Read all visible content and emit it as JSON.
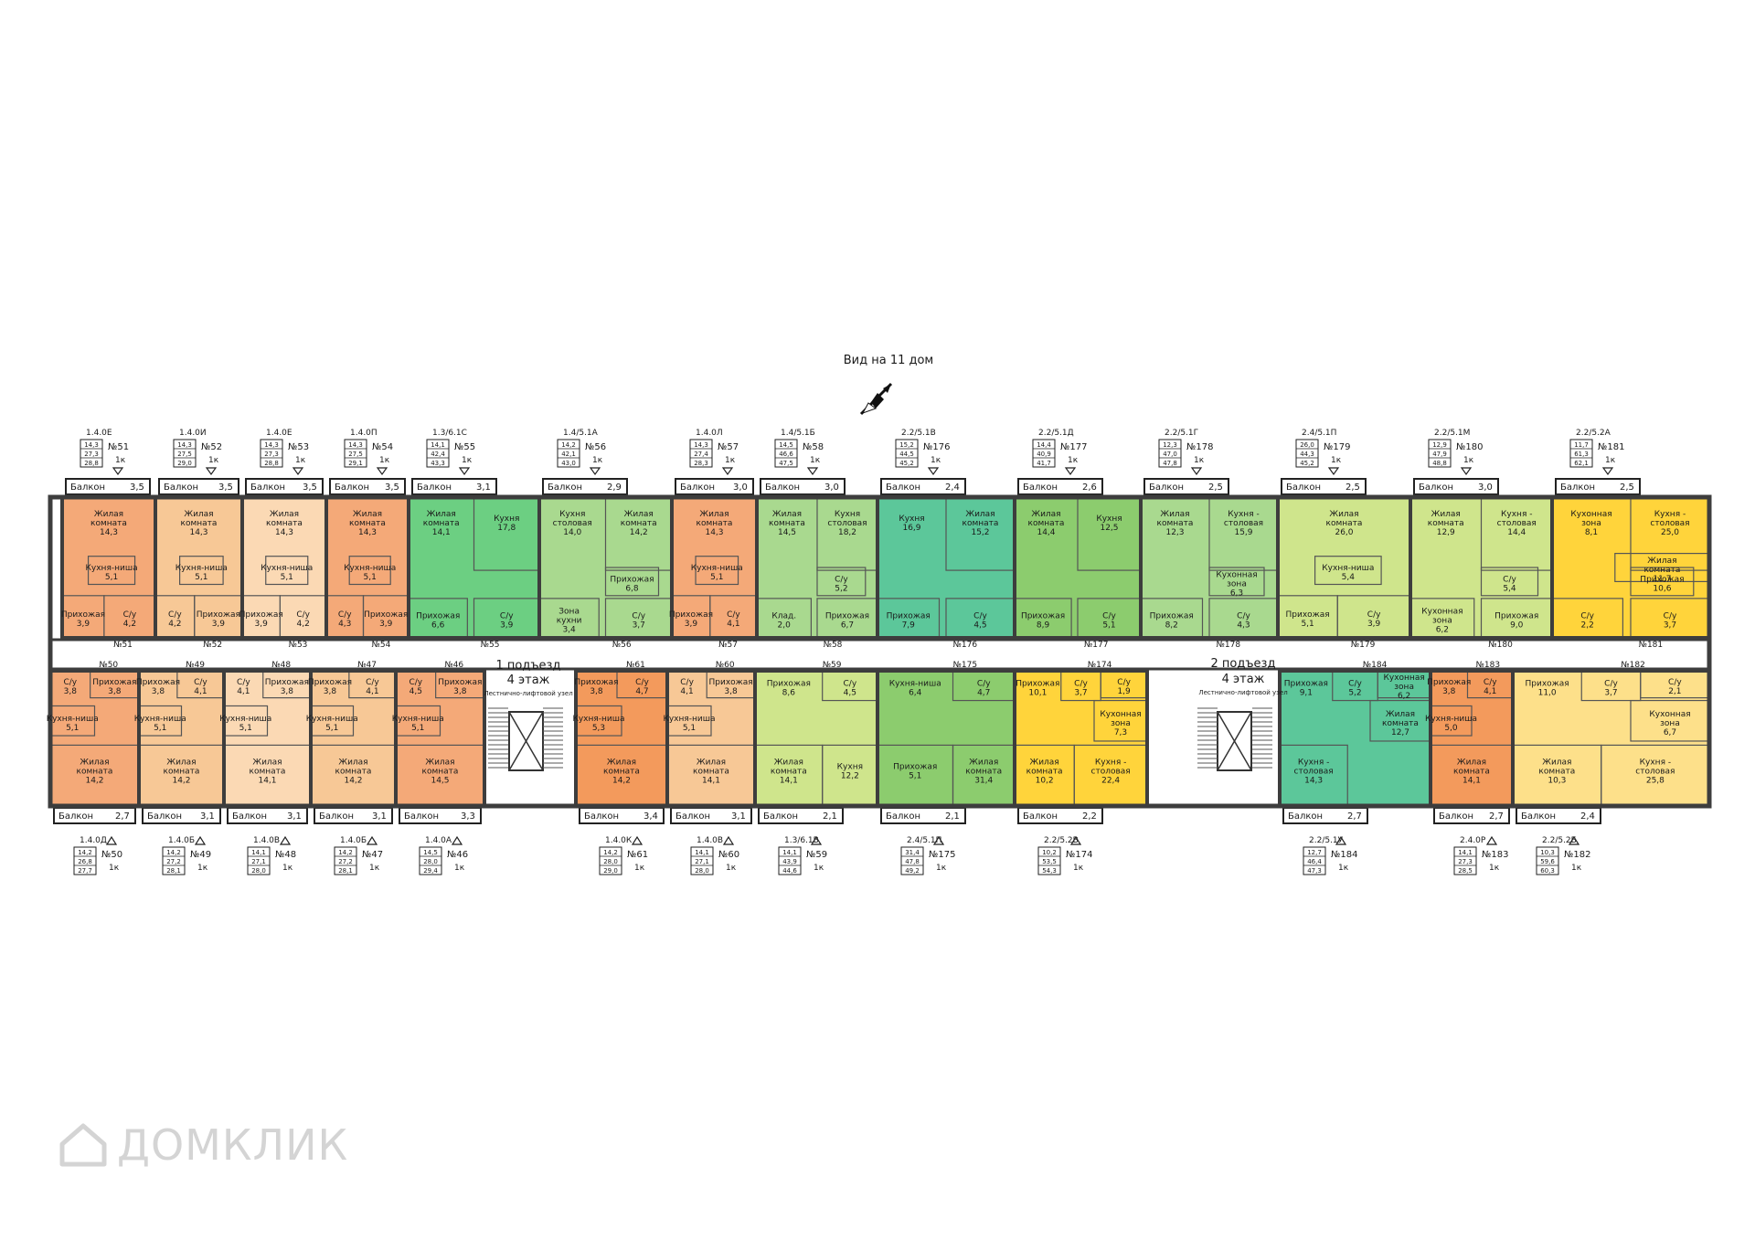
{
  "view_label": "Вид на 11 дом",
  "entrance_1": {
    "title": "1 подъезд",
    "floor": "4 этаж",
    "stair_label": "Лестнично-лифтовой узел"
  },
  "entrance_2": {
    "title": "2 подъезд",
    "floor": "4 этаж",
    "stair_label": "Лестнично-лифтовой узел"
  },
  "balcony_word": "Балкон",
  "watermark": "ДОМКЛИК",
  "colors": {
    "apricot": "#f4a978",
    "peach": "#f7c896",
    "light_peach": "#fbd9b4",
    "orange": "#f39a5c",
    "green": "#6ccf82",
    "light_green": "#a9d98f",
    "mid_green": "#8ccc6e",
    "lime": "#cfe58c",
    "sea_green": "#5cc79a",
    "yellow": "#ffd43b",
    "light_yellow": "#fde08a",
    "wall": "#3d3d3d"
  },
  "apartments_top": [
    {
      "num": "№51",
      "code": "1.4.0Е",
      "type": "1к",
      "areas": [
        "14,3",
        "27,3",
        "28,8"
      ],
      "balcony": "3,5",
      "color": "apricot",
      "rooms": [
        {
          "name": "Жилая комната",
          "val": "14,3"
        },
        {
          "name": "Кухня-ниша",
          "val": "5,1"
        },
        {
          "name": "Прихожая",
          "val": "3,9"
        },
        {
          "name": "С/у",
          "val": "4,2"
        }
      ]
    },
    {
      "num": "№52",
      "code": "1.4.0И",
      "type": "1к",
      "areas": [
        "14,3",
        "27,5",
        "29,0"
      ],
      "balcony": "3,5",
      "color": "peach",
      "rooms": [
        {
          "name": "Жилая комната",
          "val": "14,3"
        },
        {
          "name": "Кухня-ниша",
          "val": "5,1"
        },
        {
          "name": "С/у",
          "val": "4,2"
        },
        {
          "name": "Прихожая",
          "val": "3,9"
        }
      ]
    },
    {
      "num": "№53",
      "code": "1.4.0Е",
      "type": "1к",
      "areas": [
        "14,3",
        "27,3",
        "28,8"
      ],
      "balcony": "3,5",
      "color": "light_peach",
      "rooms": [
        {
          "name": "Жилая комната",
          "val": "14,3"
        },
        {
          "name": "Кухня-ниша",
          "val": "5,1"
        },
        {
          "name": "Прихожая",
          "val": "3,9"
        },
        {
          "name": "С/у",
          "val": "4,2"
        }
      ]
    },
    {
      "num": "№54",
      "code": "1.4.0П",
      "type": "1к",
      "areas": [
        "14,3",
        "27,5",
        "29,1"
      ],
      "balcony": "3,5",
      "color": "apricot",
      "rooms": [
        {
          "name": "Жилая комната",
          "val": "14,3"
        },
        {
          "name": "Кухня-ниша",
          "val": "5,1"
        },
        {
          "name": "С/у",
          "val": "4,3"
        },
        {
          "name": "Прихожая",
          "val": "3,9"
        }
      ]
    },
    {
      "num": "№55",
      "code": "1.3/6.1С",
      "type": "1к",
      "areas": [
        "14,1",
        "42,4",
        "43,3"
      ],
      "balcony": "3,1",
      "color": "green",
      "rooms": [
        {
          "name": "Жилая комната",
          "val": "14,1"
        },
        {
          "name": "Кухня",
          "val": "17,8"
        },
        {
          "name": "Прихожая",
          "val": "6,6"
        },
        {
          "name": "С/у",
          "val": "3,9"
        }
      ]
    },
    {
      "num": "№56",
      "code": "1.4/5.1А",
      "type": "1к",
      "areas": [
        "14,2",
        "42,1",
        "43,0"
      ],
      "balcony": "2,9",
      "color": "light_green",
      "rooms": [
        {
          "name": "Кухня столовая",
          "val": "14,0"
        },
        {
          "name": "Жилая комната",
          "val": "14,2"
        },
        {
          "name": "Зона кухни",
          "val": "3,4"
        },
        {
          "name": "С/у",
          "val": "3,7"
        },
        {
          "name": "Прихожая",
          "val": "6,8"
        }
      ]
    },
    {
      "num": "№57",
      "code": "1.4.0Л",
      "type": "1к",
      "areas": [
        "14,3",
        "27,4",
        "28,3"
      ],
      "balcony": "3,0",
      "color": "apricot",
      "rooms": [
        {
          "name": "Жилая комната",
          "val": "14,3"
        },
        {
          "name": "Кухня-ниша",
          "val": "5,1"
        },
        {
          "name": "Прихожая",
          "val": "3,9"
        },
        {
          "name": "С/у",
          "val": "4,1"
        }
      ]
    },
    {
      "num": "№58",
      "code": "1.4/5.1Б",
      "type": "1к",
      "areas": [
        "14,5",
        "46,6",
        "47,5"
      ],
      "balcony": "3,0",
      "color": "light_green",
      "rooms": [
        {
          "name": "Жилая комната",
          "val": "14,5"
        },
        {
          "name": "Кухня столовая",
          "val": "18,2"
        },
        {
          "name": "Клад.",
          "val": "2,0"
        },
        {
          "name": "Прихожая",
          "val": "6,7"
        },
        {
          "name": "С/у",
          "val": "5,2"
        }
      ]
    },
    {
      "num": "№176",
      "code": "2.2/5.1В",
      "type": "1к",
      "areas": [
        "15,2",
        "44,5",
        "45,2"
      ],
      "balcony": "2,4",
      "color": "sea_green",
      "rooms": [
        {
          "name": "Кухня",
          "val": "16,9"
        },
        {
          "name": "Жилая комната",
          "val": "15,2"
        },
        {
          "name": "Прихожая",
          "val": "7,9"
        },
        {
          "name": "С/у",
          "val": "4,5"
        }
      ]
    },
    {
      "num": "№177",
      "code": "2.2/5.1Д",
      "type": "1к",
      "areas": [
        "14,4",
        "40,9",
        "41,7"
      ],
      "balcony": "2,6",
      "color": "mid_green",
      "rooms": [
        {
          "name": "Жилая комната",
          "val": "14,4"
        },
        {
          "name": "Кухня",
          "val": "12,5"
        },
        {
          "name": "Прихожая",
          "val": "8,9"
        },
        {
          "name": "С/у",
          "val": "5,1"
        }
      ]
    },
    {
      "num": "№178",
      "code": "2.2/5.1Г",
      "type": "1к",
      "areas": [
        "12,3",
        "47,0",
        "47,8"
      ],
      "balcony": "2,5",
      "color": "light_green",
      "rooms": [
        {
          "name": "Жилая комната",
          "val": "12,3"
        },
        {
          "name": "Кухня - столовая",
          "val": "15,9"
        },
        {
          "name": "Прихожая",
          "val": "8,2"
        },
        {
          "name": "С/у",
          "val": "4,3"
        },
        {
          "name": "Кухонная зона",
          "val": "6,3"
        }
      ]
    },
    {
      "num": "№179",
      "code": "2.4/5.1П",
      "type": "1к",
      "areas": [
        "26,0",
        "44,3",
        "45,2"
      ],
      "balcony": "2,5",
      "color": "lime",
      "rooms": [
        {
          "name": "Жилая комната",
          "val": "26,0"
        },
        {
          "name": "Кухня-ниша",
          "val": "5,4"
        },
        {
          "name": "Прихожая",
          "val": "5,1"
        },
        {
          "name": "С/у",
          "val": "3,9"
        }
      ]
    },
    {
      "num": "№180",
      "code": "2.2/5.1М",
      "type": "1к",
      "areas": [
        "12,9",
        "47,9",
        "48,8"
      ],
      "balcony": "3,0",
      "color": "lime",
      "rooms": [
        {
          "name": "Жилая комната",
          "val": "12,9"
        },
        {
          "name": "Кухня - столовая",
          "val": "14,4"
        },
        {
          "name": "Кухонная зона",
          "val": "6,2"
        },
        {
          "name": "Прихожая",
          "val": "9,0"
        },
        {
          "name": "С/у",
          "val": "5,4"
        }
      ]
    },
    {
      "num": "№181",
      "code": "2.2/5.2А",
      "type": "1к",
      "areas": [
        "11,7",
        "61,3",
        "62,1"
      ],
      "balcony": "2,5",
      "color": "yellow",
      "rooms": [
        {
          "name": "Кухонная зона",
          "val": "8,1"
        },
        {
          "name": "Кухня - столовая",
          "val": "25,0"
        },
        {
          "name": "С/у",
          "val": "2,2"
        },
        {
          "name": "С/у",
          "val": "3,7"
        },
        {
          "name": "Прихожая",
          "val": "10,6"
        },
        {
          "name": "Жилая комната",
          "val": "11,7"
        }
      ]
    }
  ],
  "apartments_bottom": [
    {
      "num": "№50",
      "code": "1.4.0Д",
      "type": "1к",
      "areas": [
        "14,2",
        "26,8",
        "27,7"
      ],
      "balcony": "2,7",
      "color": "apricot",
      "rooms": [
        {
          "name": "С/у",
          "val": "3,8"
        },
        {
          "name": "Прихожая",
          "val": "3,8"
        },
        {
          "name": "Кухня-ниша",
          "val": "5,1"
        },
        {
          "name": "Жилая комната",
          "val": "14,2"
        }
      ]
    },
    {
      "num": "№49",
      "code": "1.4.0Б",
      "type": "1к",
      "areas": [
        "14,2",
        "27,2",
        "28,1"
      ],
      "balcony": "3,1",
      "color": "peach",
      "rooms": [
        {
          "name": "Прихожая",
          "val": "3,8"
        },
        {
          "name": "С/у",
          "val": "4,1"
        },
        {
          "name": "Кухня-ниша",
          "val": "5,1"
        },
        {
          "name": "Жилая комната",
          "val": "14,2"
        }
      ]
    },
    {
      "num": "№48",
      "code": "1.4.0В",
      "type": "1к",
      "areas": [
        "14,1",
        "27,1",
        "28,0"
      ],
      "balcony": "3,1",
      "color": "light_peach",
      "rooms": [
        {
          "name": "С/у",
          "val": "4,1"
        },
        {
          "name": "Прихожая",
          "val": "3,8"
        },
        {
          "name": "Кухня-ниша",
          "val": "5,1"
        },
        {
          "name": "Жилая комната",
          "val": "14,1"
        }
      ]
    },
    {
      "num": "№47",
      "code": "1.4.0Б",
      "type": "1к",
      "areas": [
        "14,2",
        "27,2",
        "28,1"
      ],
      "balcony": "3,1",
      "color": "peach",
      "rooms": [
        {
          "name": "Прихожая",
          "val": "3,8"
        },
        {
          "name": "С/у",
          "val": "4,1"
        },
        {
          "name": "Кухня-ниша",
          "val": "5,1"
        },
        {
          "name": "Жилая комната",
          "val": "14,2"
        }
      ]
    },
    {
      "num": "№46",
      "code": "1.4.0А",
      "type": "1к",
      "areas": [
        "14,5",
        "28,0",
        "29,4"
      ],
      "balcony": "3,3",
      "color": "apricot",
      "rooms": [
        {
          "name": "С/у",
          "val": "4,5"
        },
        {
          "name": "Прихожая",
          "val": "3,8"
        },
        {
          "name": "Кухня-ниша",
          "val": "5,1"
        },
        {
          "name": "Жилая комната",
          "val": "14,5"
        }
      ]
    },
    {
      "num": "№61",
      "code": "1.4.0К",
      "type": "1к",
      "areas": [
        "14,2",
        "28,0",
        "29,0"
      ],
      "balcony": "3,4",
      "color": "orange",
      "rooms": [
        {
          "name": "Прихожая",
          "val": "3,8"
        },
        {
          "name": "С/у",
          "val": "4,7"
        },
        {
          "name": "Кухня-ниша",
          "val": "5,3"
        },
        {
          "name": "Жилая комната",
          "val": "14,2"
        }
      ]
    },
    {
      "num": "№60",
      "code": "1.4.0В",
      "type": "1к",
      "areas": [
        "14,1",
        "27,1",
        "28,0"
      ],
      "balcony": "3,1",
      "color": "peach",
      "rooms": [
        {
          "name": "С/у",
          "val": "4,1"
        },
        {
          "name": "Прихожая",
          "val": "3,8"
        },
        {
          "name": "Кухня-ниша",
          "val": "5,1"
        },
        {
          "name": "Жилая комната",
          "val": "14,1"
        }
      ]
    },
    {
      "num": "№59",
      "code": "1.3/6.1В",
      "type": "1к",
      "areas": [
        "14,1",
        "43,9",
        "44,6"
      ],
      "balcony": "2,1",
      "color": "lime",
      "rooms": [
        {
          "name": "Прихожая",
          "val": "8,6"
        },
        {
          "name": "С/у",
          "val": "4,5"
        },
        {
          "name": "Жилая комната",
          "val": "14,1"
        },
        {
          "name": "Кухня",
          "val": "12,2"
        }
      ]
    },
    {
      "num": "№175",
      "code": "2.4/5.1П",
      "type": "1к",
      "areas": [
        "31,4",
        "47,8",
        "49,2"
      ],
      "balcony": "2,1",
      "color": "mid_green",
      "rooms": [
        {
          "name": "Кухня-ниша",
          "val": "6,4"
        },
        {
          "name": "С/у",
          "val": "4,7"
        },
        {
          "name": "Прихожая",
          "val": "5,1"
        },
        {
          "name": "Жилая комната",
          "val": "31,4"
        }
      ]
    },
    {
      "num": "№174",
      "code": "2.2/5.2В",
      "type": "1к",
      "areas": [
        "10,2",
        "53,5",
        "54,3"
      ],
      "balcony": "2,2",
      "color": "yellow",
      "rooms": [
        {
          "name": "Прихожая",
          "val": "10,1"
        },
        {
          "name": "С/у",
          "val": "3,7"
        },
        {
          "name": "С/у",
          "val": "1,9"
        },
        {
          "name": "Кухонная зона",
          "val": "7,3"
        },
        {
          "name": "Жилая комната",
          "val": "10,2"
        },
        {
          "name": "Кухня - столовая",
          "val": "22,4"
        }
      ]
    },
    {
      "num": "№184",
      "code": "2.2/5.1У",
      "type": "1к",
      "areas": [
        "12,7",
        "46,4",
        "47,3"
      ],
      "balcony": "2,7",
      "color": "sea_green",
      "rooms": [
        {
          "name": "Прихожая",
          "val": "9,1"
        },
        {
          "name": "С/у",
          "val": "5,2"
        },
        {
          "name": "Кухонная зона",
          "val": "6,2"
        },
        {
          "name": "Жилая комната",
          "val": "12,7"
        },
        {
          "name": "Кухня - столовая",
          "val": "14,3"
        }
      ]
    },
    {
      "num": "№183",
      "code": "2.4.0Р",
      "type": "1к",
      "areas": [
        "14,1",
        "27,3",
        "28,5"
      ],
      "balcony": "2,7",
      "color": "orange",
      "rooms": [
        {
          "name": "Прихожая",
          "val": "3,8"
        },
        {
          "name": "С/у",
          "val": "4,1"
        },
        {
          "name": "Кухня-ниша",
          "val": "5,0"
        },
        {
          "name": "Жилая комната",
          "val": "14,1"
        }
      ]
    },
    {
      "num": "№182",
      "code": "2.2/5.2Б",
      "type": "1к",
      "areas": [
        "10,3",
        "59,6",
        "60,3"
      ],
      "balcony": "2,4",
      "color": "light_yellow",
      "rooms": [
        {
          "name": "Прихожая",
          "val": "11,0"
        },
        {
          "name": "С/у",
          "val": "3,7"
        },
        {
          "name": "С/у",
          "val": "2,1"
        },
        {
          "name": "Кухонная зона",
          "val": "6,7"
        },
        {
          "name": "Жилая комната",
          "val": "10,3"
        },
        {
          "name": "Кухня - столовая",
          "val": "25,8"
        }
      ]
    }
  ]
}
